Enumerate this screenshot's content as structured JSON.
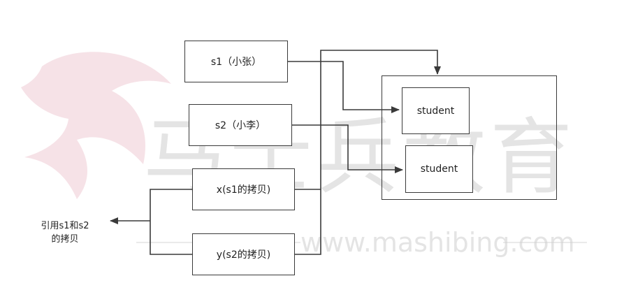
{
  "watermark": {
    "logo_text": "马士兵教育",
    "url_text": "www.mashibing.com"
  },
  "nodes": {
    "s1": "s1（小张）",
    "s2": "s2（小李）",
    "x": "x(s1的拷贝)",
    "y": "y(s2的拷贝)",
    "student1": "student",
    "student2": "student"
  },
  "annotation": {
    "line1": "引用s1和s2",
    "line2": "的拷贝"
  },
  "colors": {
    "line": "#3a3a3a",
    "logo_mark": "#f4dde3",
    "watermark": "#cfcfcf"
  }
}
